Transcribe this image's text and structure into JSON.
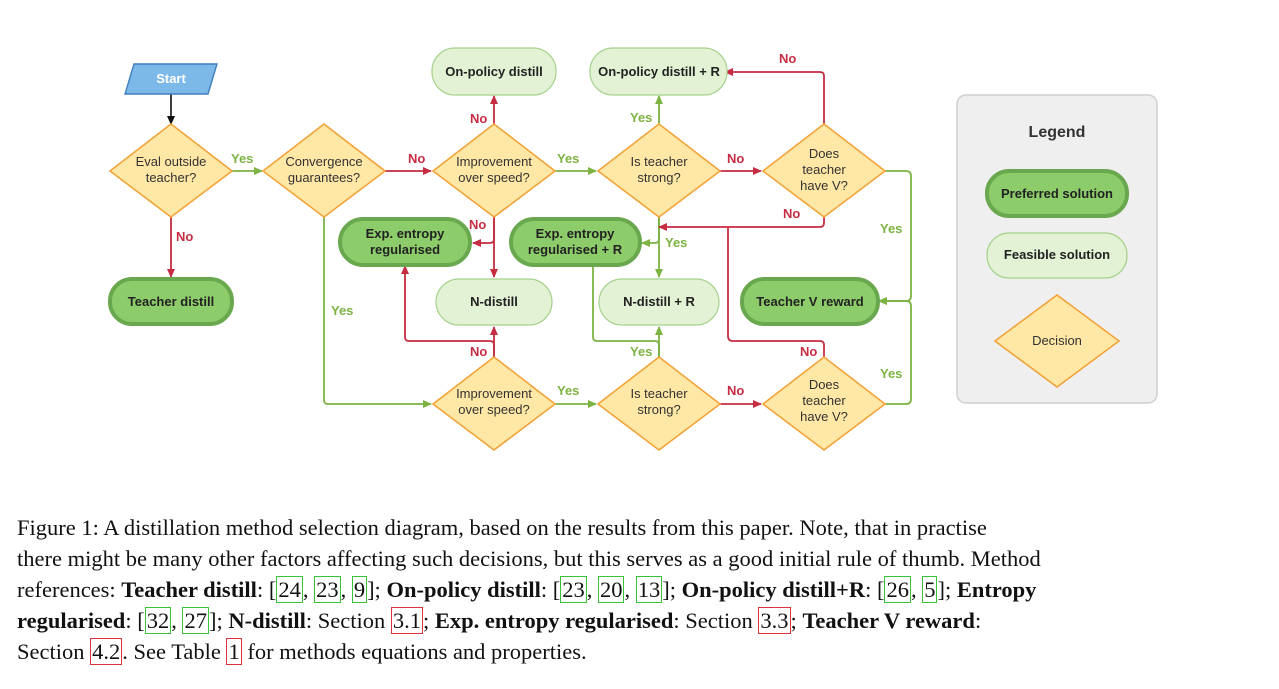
{
  "nodes": {
    "start": "Start",
    "eval_outside_teacher": [
      "Eval outside",
      "teacher?"
    ],
    "convergence_guarantees": [
      "Convergence",
      "guarantees?"
    ],
    "improvement_top": [
      "Improvement",
      "over speed?"
    ],
    "teacher_strong_top": [
      "Is teacher",
      "strong?"
    ],
    "teacher_have_v_top": [
      "Does",
      "teacher",
      "have V?"
    ],
    "improvement_bottom": [
      "Improvement",
      "over speed?"
    ],
    "teacher_strong_bottom": [
      "Is teacher",
      "strong?"
    ],
    "teacher_have_v_bottom": [
      "Does",
      "teacher",
      "have V?"
    ],
    "teacher_distill": "Teacher distill",
    "on_policy_distill": "On-policy distill",
    "on_policy_distill_r": "On-policy distill + R",
    "exp_entropy_regularised": [
      "Exp. entropy",
      "regularised"
    ],
    "exp_entropy_regularised_r": [
      "Exp. entropy",
      "regularised + R"
    ],
    "n_distill": "N-distill",
    "n_distill_r": "N-distill + R",
    "teacher_v_reward": "Teacher V reward"
  },
  "edge_labels": {
    "yes": "Yes",
    "no": "No"
  },
  "legend": {
    "title": "Legend",
    "preferred": "Preferred solution",
    "feasible": "Feasible solution",
    "decision": "Decision"
  },
  "colors": {
    "decision_fill": "#ffe7a6",
    "decision_stroke": "#f2a33a",
    "preferred_fill": "#8dcc6a",
    "preferred_stroke": "#6aa84f",
    "feasible_fill": "#e3f2d4",
    "yes_edge": "#7cb342",
    "no_edge": "#c62d42",
    "start_fill": "#7db9e8"
  },
  "caption": {
    "lines": [
      [
        {
          "t": "Figure 1: A distillation method selection diagram, based on the results from this paper. Note, that in practise"
        }
      ],
      [
        {
          "t": "there might be many other factors affecting such decisions, but this serves as a good initial rule of thumb. Method"
        }
      ],
      [
        {
          "t": "references: "
        },
        {
          "t": "Teacher distill",
          "b": true
        },
        {
          "t": ": ["
        },
        {
          "t": "24",
          "c": true
        },
        {
          "t": ", "
        },
        {
          "t": "23",
          "c": true
        },
        {
          "t": ", "
        },
        {
          "t": "9",
          "c": true
        },
        {
          "t": "]; "
        },
        {
          "t": "On-policy distill",
          "b": true
        },
        {
          "t": ": ["
        },
        {
          "t": "23",
          "c": true
        },
        {
          "t": ", "
        },
        {
          "t": "20",
          "c": true
        },
        {
          "t": ", "
        },
        {
          "t": "13",
          "c": true
        },
        {
          "t": "]; "
        },
        {
          "t": "On-policy distill+R",
          "b": true
        },
        {
          "t": ": ["
        },
        {
          "t": "26",
          "c": true
        },
        {
          "t": ", "
        },
        {
          "t": "5",
          "c": true
        },
        {
          "t": "]; "
        },
        {
          "t": "Entropy",
          "b": true
        }
      ],
      [
        {
          "t": "regularised",
          "b": true
        },
        {
          "t": ": ["
        },
        {
          "t": "32",
          "c": true
        },
        {
          "t": ", "
        },
        {
          "t": "27",
          "c": true
        },
        {
          "t": "]; "
        },
        {
          "t": "N-distill",
          "b": true
        },
        {
          "t": ": Section "
        },
        {
          "t": "3.1",
          "r": true
        },
        {
          "t": "; "
        },
        {
          "t": "Exp. entropy regularised",
          "b": true
        },
        {
          "t": ": Section "
        },
        {
          "t": "3.3",
          "r": true
        },
        {
          "t": "; "
        },
        {
          "t": "Teacher V reward",
          "b": true
        },
        {
          "t": ":"
        }
      ],
      [
        {
          "t": "Section "
        },
        {
          "t": "4.2",
          "r": true
        },
        {
          "t": ". See Table "
        },
        {
          "t": "1",
          "r": true
        },
        {
          "t": " for methods equations and properties."
        }
      ]
    ]
  }
}
